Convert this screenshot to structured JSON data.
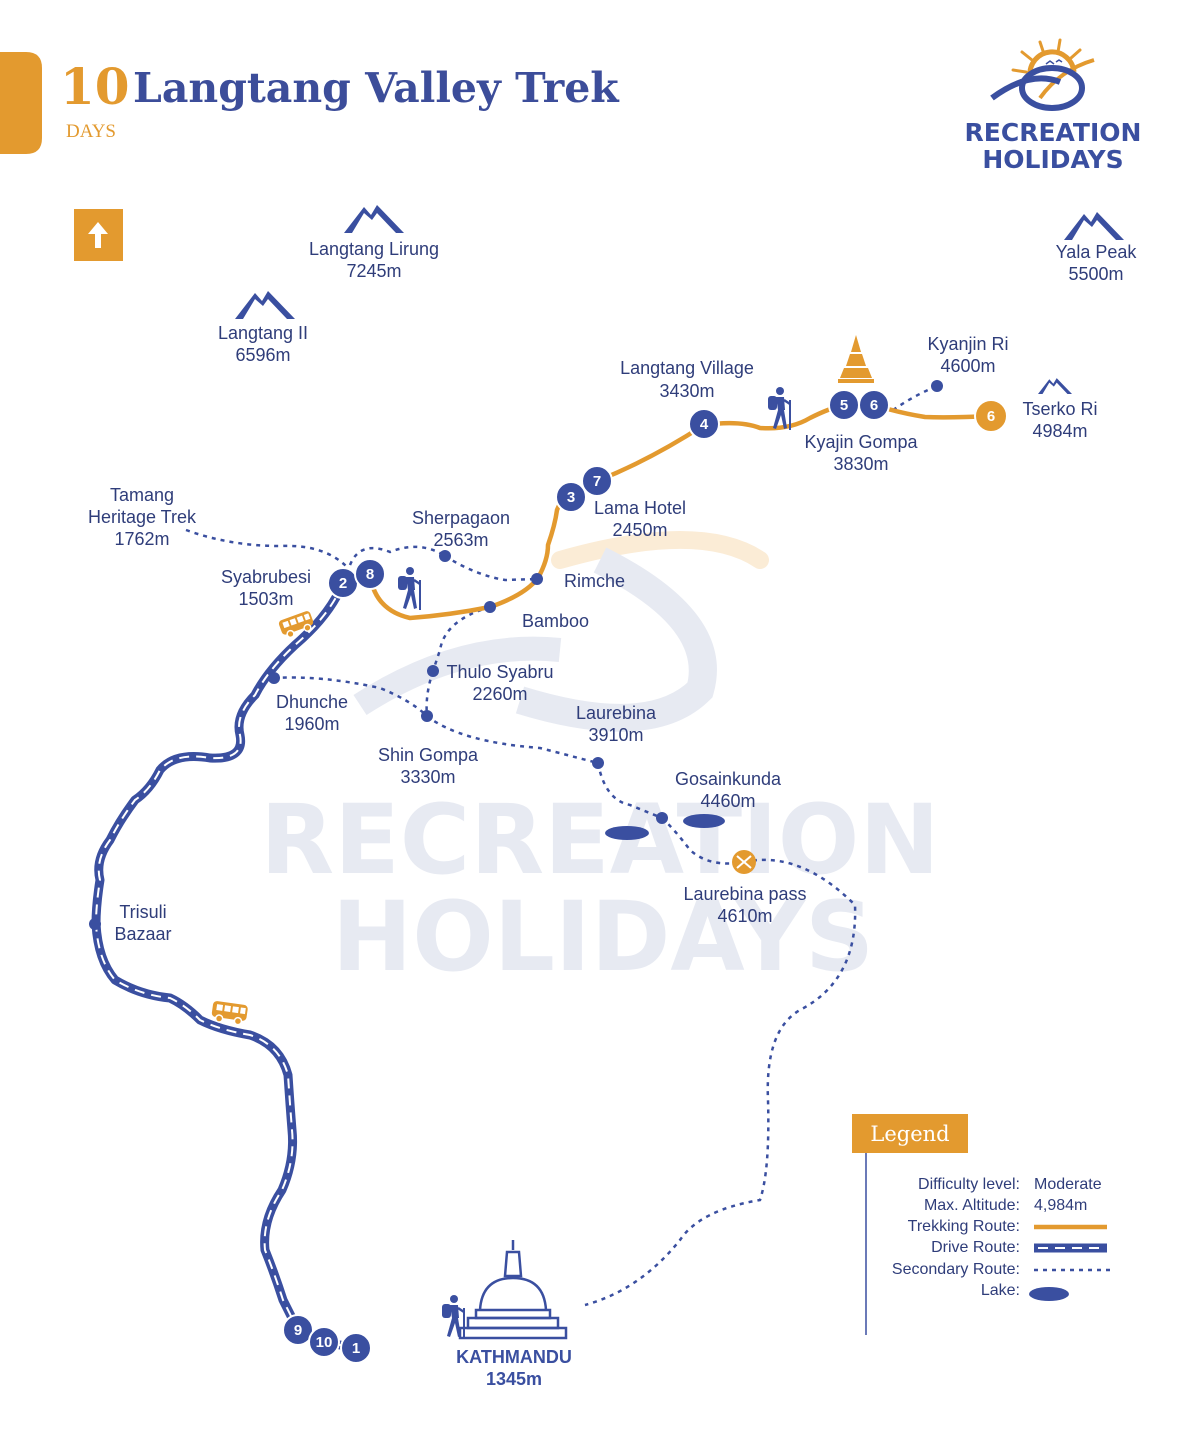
{
  "title": {
    "days_number": "10",
    "name": "Langtang Valley Trek",
    "days_label": "DAYS"
  },
  "brand": {
    "line1": "RECREATION",
    "line2": "HOLIDAYS"
  },
  "watermark": {
    "line1": "RECREATION",
    "line2": "HOLIDAYS"
  },
  "peaks": {
    "langtang_lirung": {
      "name": "Langtang Lirung",
      "altitude": "7245m"
    },
    "langtang_ii": {
      "name": "Langtang II",
      "altitude": "6596m"
    },
    "yala_peak": {
      "name": "Yala Peak",
      "altitude": "5500m"
    },
    "tserko_ri": {
      "name": "Tserko Ri",
      "altitude": "4984m"
    },
    "kyanjin_ri": {
      "name": "Kyanjin Ri",
      "altitude": "4600m"
    }
  },
  "places": {
    "langtang_village": {
      "name": "Langtang Village",
      "altitude": "3430m"
    },
    "kyanjin_gompa": {
      "name": "Kyajin Gompa",
      "altitude": "3830m"
    },
    "lama_hotel": {
      "name": "Lama Hotel",
      "altitude": "2450m"
    },
    "sherpagaon": {
      "name": "Sherpagaon",
      "altitude": "2563m"
    },
    "tamang": {
      "name_line1": "Tamang",
      "name_line2": "Heritage Trek",
      "altitude": "1762m"
    },
    "syabrubesi": {
      "name": "Syabrubesi",
      "altitude": "1503m"
    },
    "rimche": {
      "name": "Rimche"
    },
    "bamboo": {
      "name": "Bamboo"
    },
    "thulo_syabru": {
      "name": "Thulo Syabru",
      "altitude": "2260m"
    },
    "dhunche": {
      "name": "Dhunche",
      "altitude": "1960m"
    },
    "laurebina": {
      "name": "Laurebina",
      "altitude": "3910m"
    },
    "shin_gompa": {
      "name": "Shin Gompa",
      "altitude": "3330m"
    },
    "gosainkunda": {
      "name": "Gosainkunda",
      "altitude": "4460m"
    },
    "laurebina_pass": {
      "name": "Laurebina pass",
      "altitude": "4610m"
    },
    "trisuli": {
      "name_line1": "Trisuli",
      "name_line2": "Bazaar"
    },
    "kathmandu": {
      "name": "KATHMANDU",
      "altitude": "1345m"
    }
  },
  "day_markers": {
    "d1": "1",
    "d2": "2",
    "d3": "3",
    "d4": "4",
    "d5": "5",
    "d6": "6",
    "d6b": "6",
    "d7": "7",
    "d8": "8",
    "d9": "9",
    "d10": "10"
  },
  "legend": {
    "title": "Legend",
    "difficulty_label": "Difficulty level:",
    "difficulty_value": "Moderate",
    "altitude_label": "Max. Altitude:",
    "altitude_value": "4,984m",
    "trekking_label": "Trekking Route:",
    "drive_label": "Drive Route:",
    "secondary_label": "Secondary Route:",
    "lake_label": "Lake:"
  },
  "colors": {
    "accent_orange": "#e39a2f",
    "route_blue": "#3a4fa0",
    "text_navy": "#2f3d7a"
  },
  "icons": {
    "north": "north-arrow-icon",
    "mountain": "mountain-icon",
    "bus": "bus-icon",
    "hiker": "hiker-icon",
    "stupa": "stupa-icon",
    "pass": "pass-icon",
    "lake": "lake-icon"
  }
}
